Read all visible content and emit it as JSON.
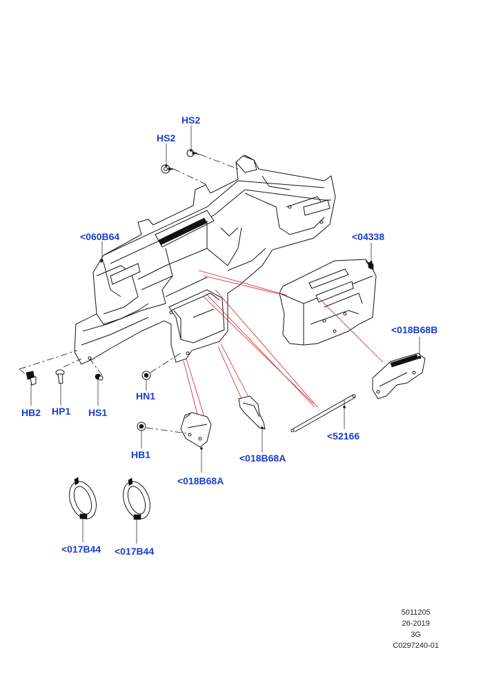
{
  "callouts": {
    "hs2_top": "HS2",
    "hs2_left": "HS2",
    "c060b64": "<060B64",
    "c04338": "<04338",
    "c018b68b": "<018B68B",
    "hb2": "HB2",
    "hp1": "HP1",
    "hs1": "HS1",
    "hn1": "HN1",
    "hb1": "HB1",
    "c52166": "<52166",
    "c018b68a_right": "<018B68A",
    "c018b68a_left": "<018B68A",
    "c017b44_left": "<017B44",
    "c017b44_right": "<017B44"
  },
  "footer": {
    "line1": "5011205",
    "line2": "26-2019",
    "line3": "3G",
    "line4": "C0297240-01"
  },
  "colors": {
    "callout": "#1a3ccf",
    "leader": "#d11f1f",
    "linework": "#111111"
  }
}
